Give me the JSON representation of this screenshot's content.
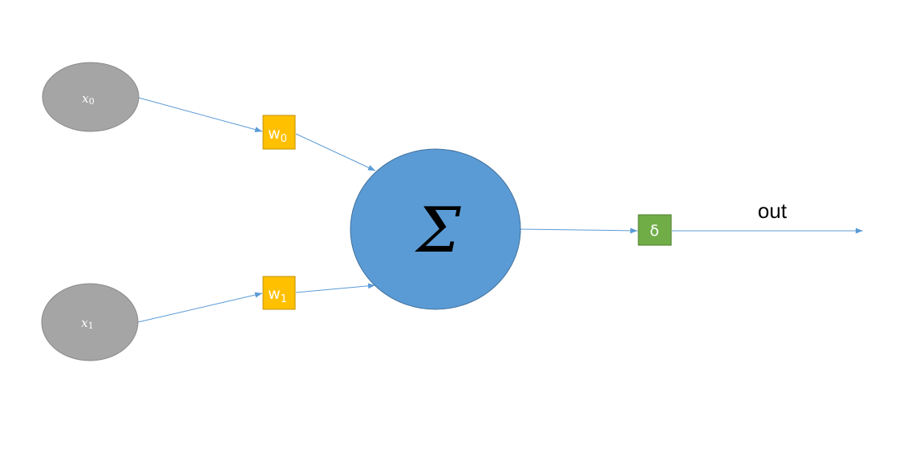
{
  "diagram": {
    "inputs": [
      {
        "symbol": "x",
        "subscript": "0"
      },
      {
        "symbol": "x",
        "subscript": "1"
      }
    ],
    "weights": [
      {
        "symbol": "w",
        "subscript": "0"
      },
      {
        "symbol": "w",
        "subscript": "1"
      }
    ],
    "sum_symbol": "Σ",
    "activation_symbol": "δ",
    "output_label": "out",
    "colors": {
      "input_node": "#A5A5A5",
      "weight_box": "#FFC000",
      "sum_node": "#5B9BD5",
      "activation_box": "#70AD47",
      "edge": "#5B9BD5"
    }
  }
}
